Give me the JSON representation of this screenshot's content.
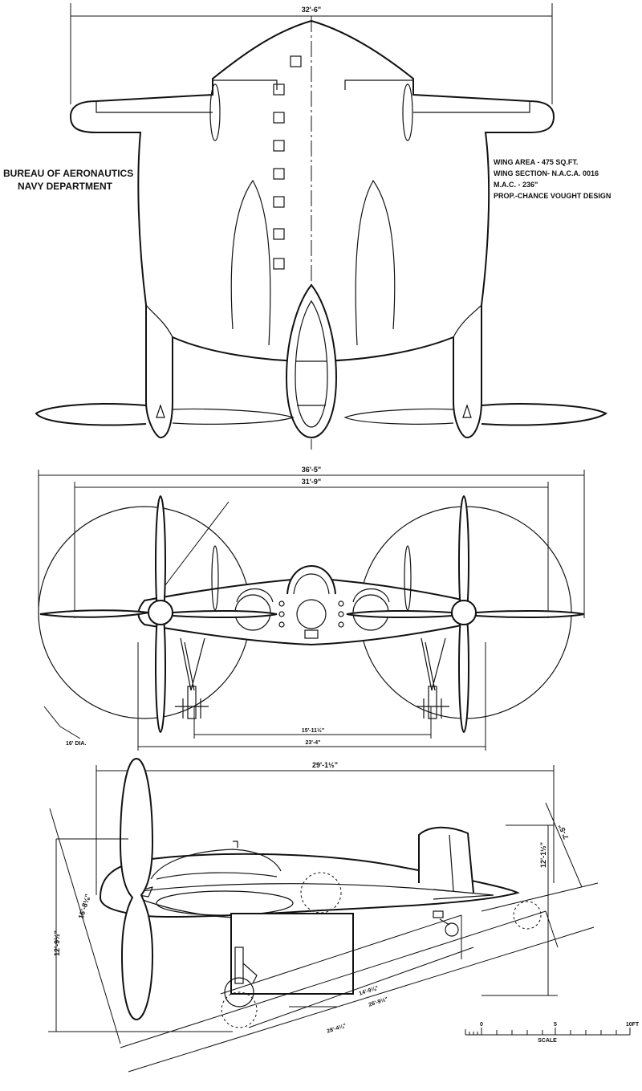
{
  "title_block": {
    "line1": "BUREAU OF AERONAUTICS",
    "line2": "NAVY DEPARTMENT"
  },
  "specs": [
    "WING AREA - 475 SQ.FT.",
    "WING SECTION- N.A.C.A. 0016",
    "M.A.C. - 236\"",
    "PROP.-CHANCE VOUGHT DESIGN"
  ],
  "top_view": {
    "span": "32'-6\""
  },
  "front_view": {
    "overall_span": "36'-5\"",
    "prop_centers": "31'-9\"",
    "track": "15'-11½\"",
    "outer_width": "23'-4\"",
    "prop_diameter": "16' DIA."
  },
  "side_view": {
    "length": "29'-1½\"",
    "height_left": "12'-9½\"",
    "prop_slant": "16'-8⅛\"",
    "height_right": "12'-1½\"",
    "tail_slant": "7'-5\"",
    "dim_a": "14'-9⅛\"",
    "dim_b": "26'-9½\"",
    "dim_c": "28'-4¼\""
  },
  "scale": {
    "zero": "0",
    "five": "5",
    "ten": "10FT",
    "label": "SCALE"
  }
}
